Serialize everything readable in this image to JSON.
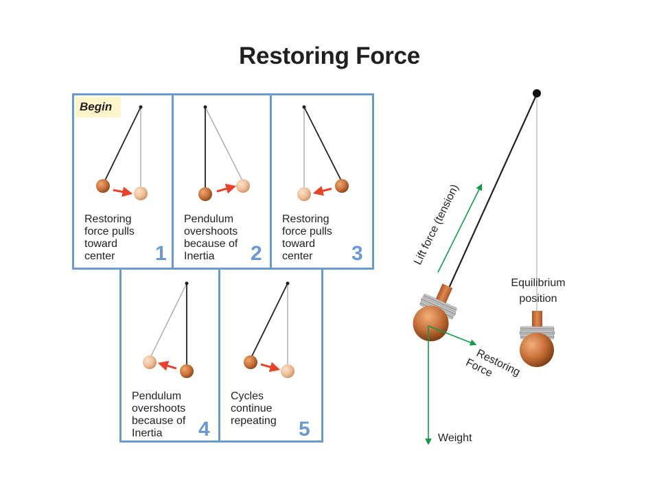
{
  "title": "Restoring Force",
  "begin_label": "Begin",
  "panels": [
    {
      "number": "1",
      "caption": [
        "Restoring",
        "force pulls",
        "toward",
        "center"
      ]
    },
    {
      "number": "2",
      "caption": [
        "Pendulum",
        "overshoots",
        "because of",
        "Inertia"
      ]
    },
    {
      "number": "3",
      "caption": [
        "Restoring",
        "force pulls",
        "toward",
        "center"
      ]
    },
    {
      "number": "4",
      "caption": [
        "Pendulum",
        "overshoots",
        "because of",
        "Inertia"
      ]
    },
    {
      "number": "5",
      "caption": [
        "Cycles",
        "continue",
        "repeating"
      ]
    }
  ],
  "main": {
    "lift_force_label": "Lift force (tension)",
    "equilibrium_label": [
      "Equilibrium",
      "position"
    ],
    "restoring_label": [
      "Restoring",
      "Force"
    ],
    "weight_label": "Weight"
  },
  "colors": {
    "panel_border": "#6a99d2",
    "bob": "#c8713a",
    "bob_light": "#eebe96",
    "force_arrow": "#0f9a48",
    "red_arrow": "#e8412c",
    "begin_bg": "#fdf6cc"
  }
}
